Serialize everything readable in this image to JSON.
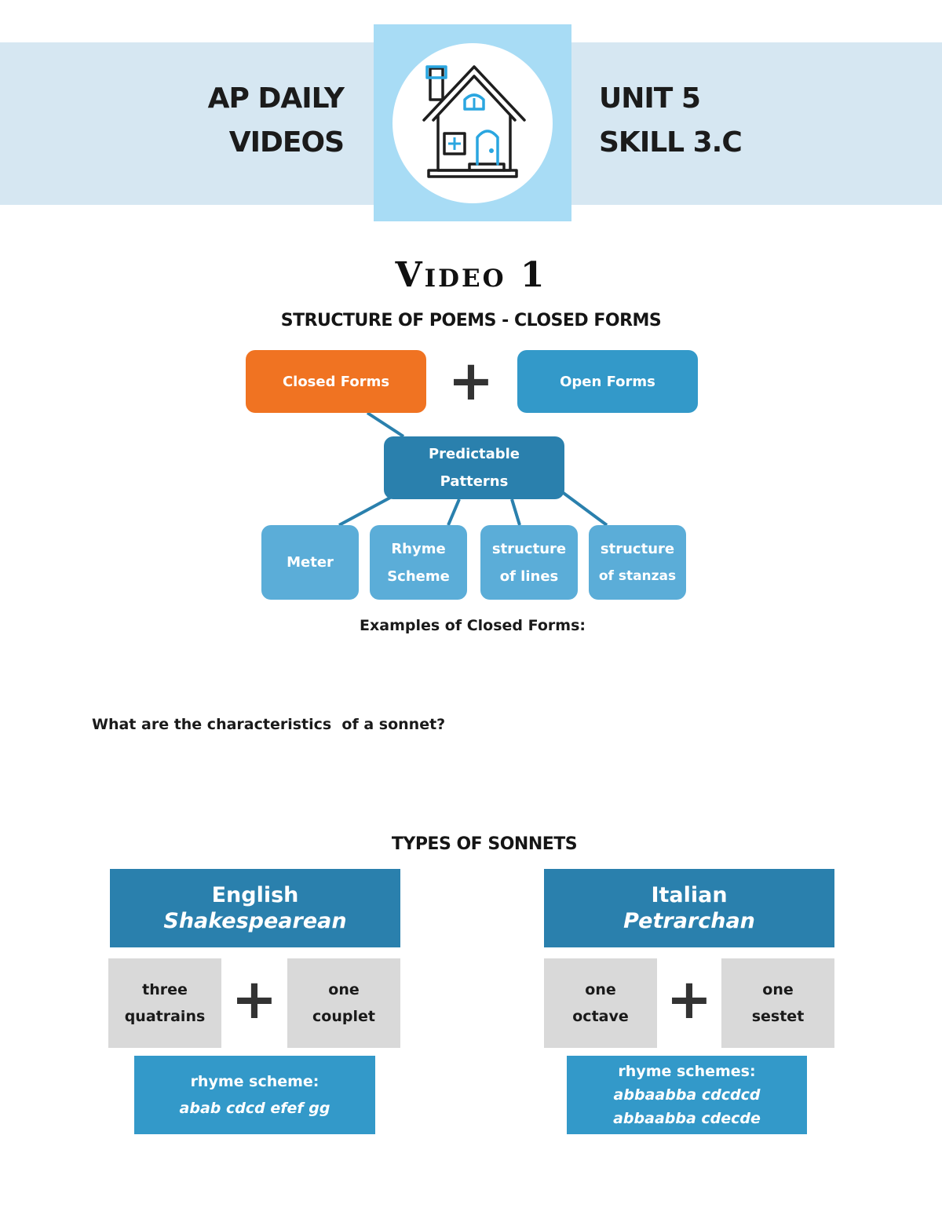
{
  "header": {
    "left_line1": "AP DAILY",
    "left_line2": "VIDEOS",
    "right_line1": "UNIT 5",
    "right_line2": "SKILL 3.C",
    "logo_icon": "house-icon"
  },
  "video_title": "Video 1",
  "subtitle": "STRUCTURE OF POEMS - CLOSED FORMS",
  "diagram": {
    "closed_forms": "Closed Forms",
    "open_forms": "Open Forms",
    "predictable_line1": "Predictable",
    "predictable_line2": "Patterns",
    "leaves": [
      {
        "line1": "Meter",
        "line2": ""
      },
      {
        "line1": "Rhyme",
        "line2": "Scheme"
      },
      {
        "line1": "structure",
        "line2": "of lines"
      },
      {
        "line1": "structure",
        "line2": "of stanzas"
      }
    ],
    "plus": "+"
  },
  "examples_label": "Examples of Closed Forms:",
  "question": "What are the characteristics  of a sonnet?",
  "types_title": "TYPES OF SONNETS",
  "sonnets": {
    "english": {
      "name": "English",
      "alt_name": "Shakespearean",
      "part1_line1": "three",
      "part1_line2": "quatrains",
      "part2_line1": "one",
      "part2_line2": "couplet",
      "rhyme_label": "rhyme scheme:",
      "rhyme_1": "abab cdcd efef gg"
    },
    "italian": {
      "name": "Italian",
      "alt_name": "Petrarchan",
      "part1_line1": "one",
      "part1_line2": "octave",
      "part2_line1": "one",
      "part2_line2": "sestet",
      "rhyme_label": "rhyme schemes:",
      "rhyme_1": "abbaabba cdcdcd",
      "rhyme_2": "abbaabba cdecde"
    }
  },
  "colors": {
    "banner": "#d6e7f2",
    "logo_box": "#a8dcf5",
    "orange": "#f07322",
    "blue": "#3399c9",
    "dark_blue": "#2a80ad",
    "light_blue": "#5badd8",
    "grey": "#d9d9d9"
  }
}
